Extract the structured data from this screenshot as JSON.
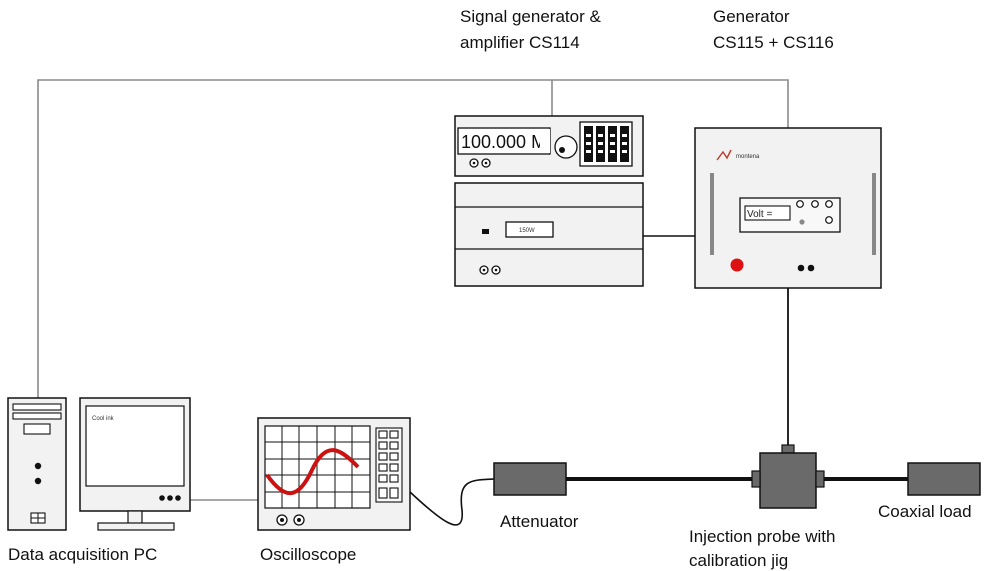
{
  "labels": {
    "signal_generator": [
      "Signal generator &",
      "amplifier CS114"
    ],
    "generator": [
      "Generator",
      "CS115 + CS116"
    ],
    "data_pc": "Data acquisition PC",
    "oscilloscope": "Oscilloscope",
    "attenuator": "Attenuator",
    "injection_probe": [
      "Injection probe with",
      "calibration jig"
    ],
    "coaxial_load": "Coaxial load"
  },
  "signal_generator_display": "100.000 M",
  "amplifier_panel": "150W",
  "generator_brand": "montena",
  "generator_display": "Volt =",
  "pc_screen_text": "Cool ink",
  "colors": {
    "wire": "#8a8a8a",
    "sine_wave": "#cc1111",
    "red_button": "#dd1111",
    "device_fill": "#f2f2f2",
    "dark_component": "#6a6a6a"
  }
}
